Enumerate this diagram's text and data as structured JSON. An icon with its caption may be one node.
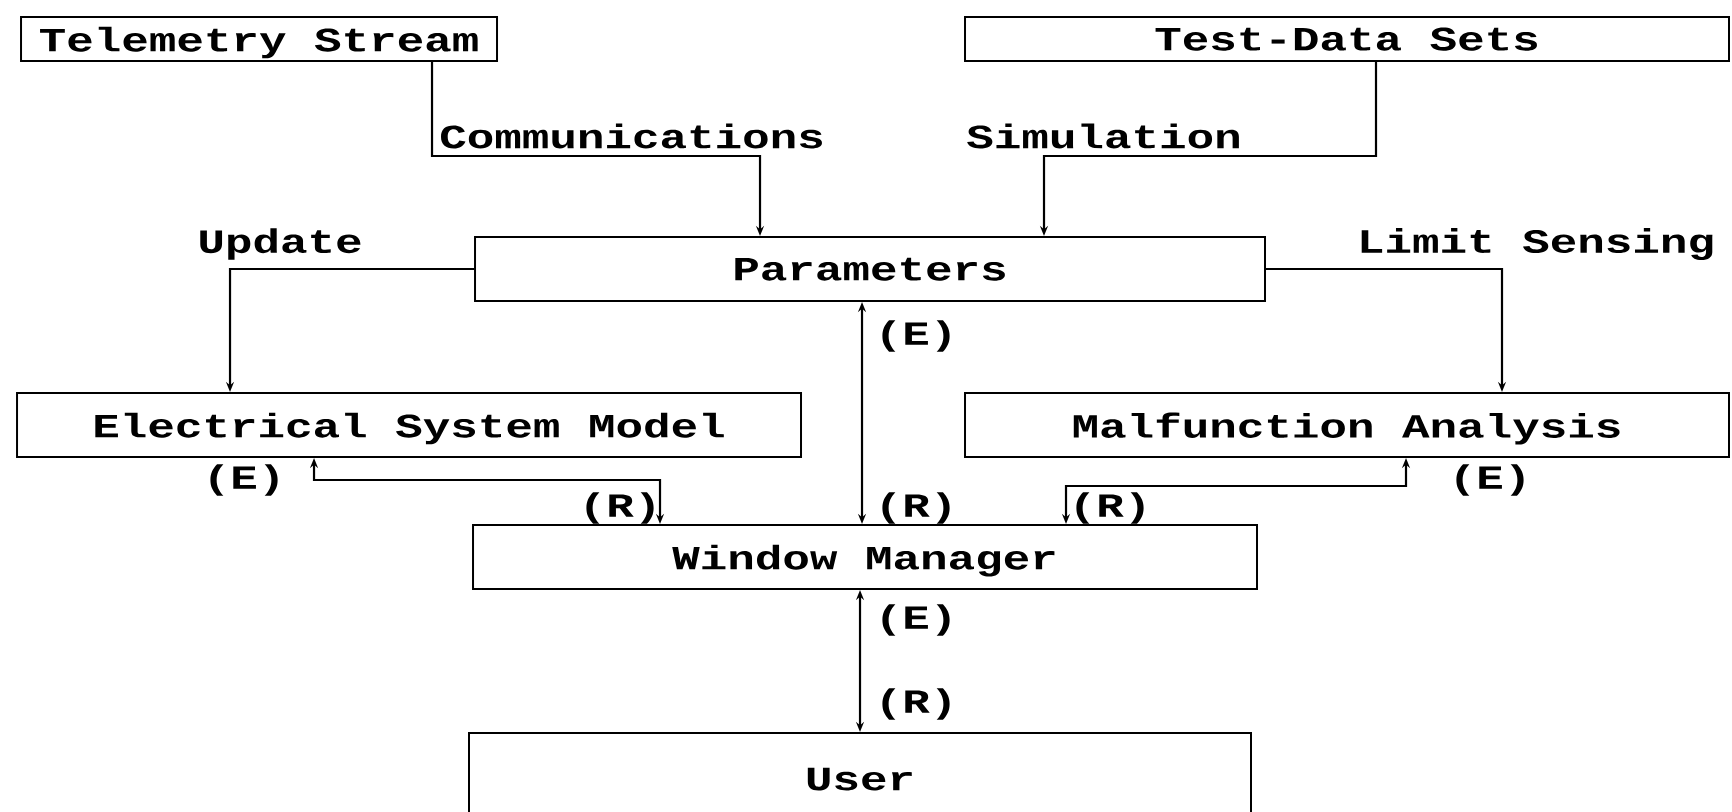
{
  "diagram": {
    "nodes": [
      {
        "text": [
          "Telemetry Stream"
        ]
      },
      {
        "text": [
          "Test-Data Sets"
        ]
      },
      {
        "text": [
          "Parameters"
        ]
      },
      {
        "text": [
          "Electrical System Model"
        ]
      },
      {
        "text": [
          "Malfunction Analysis"
        ]
      },
      {
        "text": [
          "Window Manager"
        ]
      },
      {
        "text": [
          "User"
        ]
      }
    ],
    "edges": [
      {
        "from": 0,
        "to": 2,
        "arrow": "to",
        "label": "Communications"
      },
      {
        "from": 1,
        "to": 2,
        "arrow": "to",
        "label": "Simulation"
      },
      {
        "from": 2,
        "to": 3,
        "arrow": "to",
        "label": "Update"
      },
      {
        "from": 2,
        "to": 4,
        "arrow": "to",
        "label": "Limit Sensing"
      },
      {
        "from": 2,
        "to": 5,
        "arrow": "both"
      },
      {
        "from": 3,
        "to": 5,
        "arrow": "both"
      },
      {
        "from": 4,
        "to": 5,
        "arrow": "both"
      },
      {
        "from": 5,
        "to": 6,
        "arrow": "both"
      }
    ],
    "labels": [
      "(E)",
      "(E)",
      "(R)",
      "(R)",
      "(R)",
      "(E)",
      "(E)",
      "(R)"
    ]
  }
}
